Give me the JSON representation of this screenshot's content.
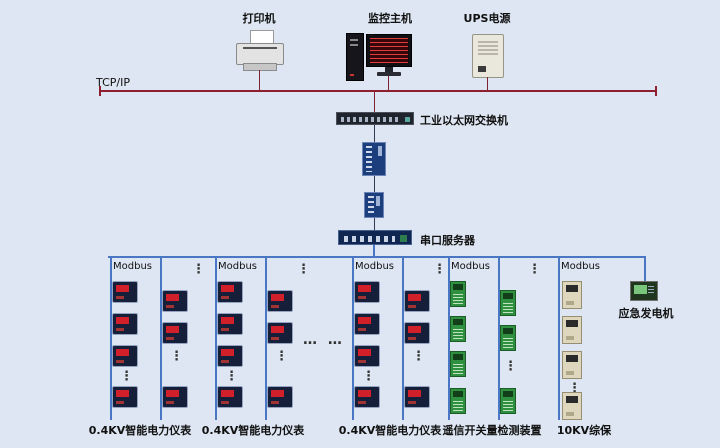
{
  "labels": {
    "printer": "打印机",
    "host": "监控主机",
    "ups": "UPS电源",
    "tcpip": "TCP/IP",
    "ethernet_switch": "工业以太网交换机",
    "serial_server": "串口服务器",
    "modbus": "Modbus",
    "generator": "应急发电机",
    "h_ellipsis": "… …",
    "v_ellipsis": "⋮"
  },
  "groups": [
    "0.4KV智能电力仪表",
    "0.4KV智能电力仪表",
    "0.4KV智能电力仪表",
    "遥信开关量检测装置",
    "10KV综保"
  ],
  "colors": {
    "background": "#dde6f2",
    "tcpip_bus": "#8e1f2f",
    "modbus_bus": "#4a77c4",
    "meter_display": "#d2202a",
    "io_module": "#2f9140",
    "relay_body": "#ded6bd"
  }
}
